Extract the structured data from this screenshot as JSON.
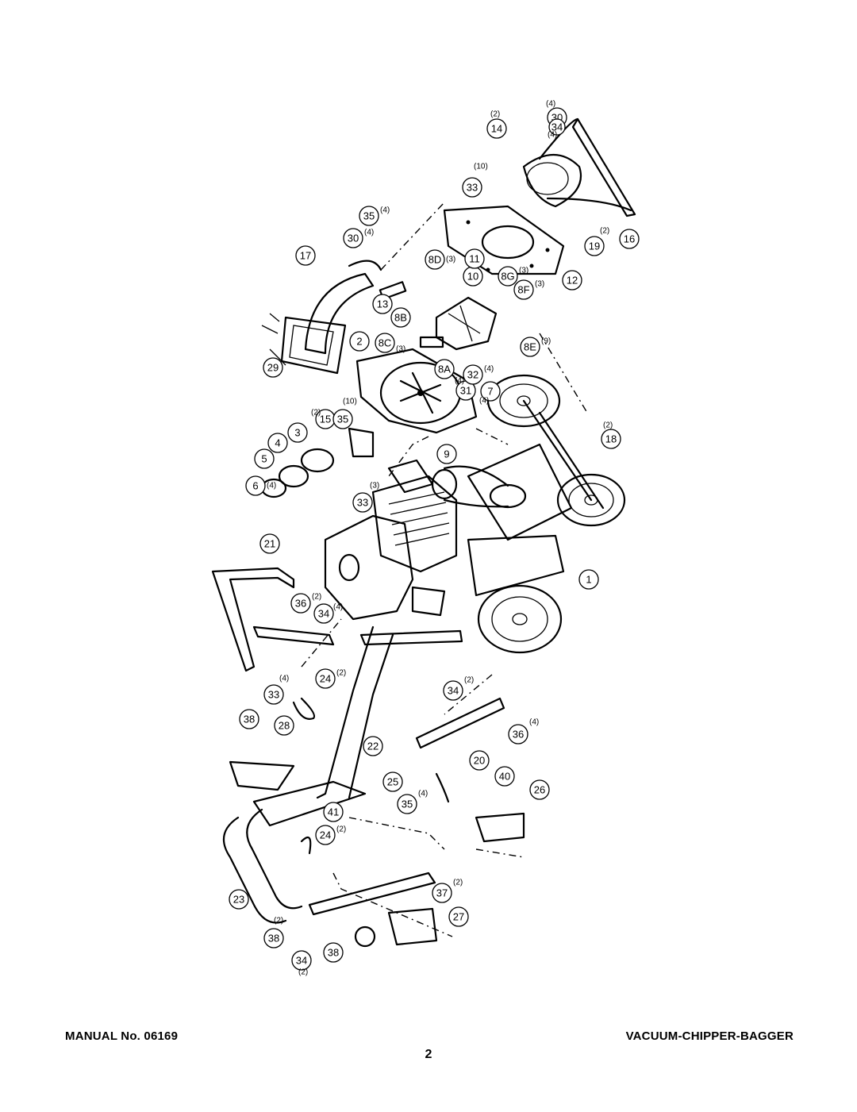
{
  "footer": {
    "manual_number": "MANUAL No. 06169",
    "product_title": "VACUUM-CHIPPER-BAGGER",
    "page_number": "2"
  },
  "callouts": [
    {
      "id": "1",
      "qty": ""
    },
    {
      "id": "2",
      "qty": ""
    },
    {
      "id": "3",
      "qty": ""
    },
    {
      "id": "4",
      "qty": ""
    },
    {
      "id": "5",
      "qty": ""
    },
    {
      "id": "6",
      "qty": "(4)"
    },
    {
      "id": "7",
      "qty": "(4)"
    },
    {
      "id": "8A",
      "qty": ""
    },
    {
      "id": "8B",
      "qty": ""
    },
    {
      "id": "8C",
      "qty": "(3)"
    },
    {
      "id": "8D",
      "qty": "(3)"
    },
    {
      "id": "8E",
      "qty": "(9)"
    },
    {
      "id": "8F",
      "qty": "(3)"
    },
    {
      "id": "8G",
      "qty": "(3)"
    },
    {
      "id": "9",
      "qty": ""
    },
    {
      "id": "10",
      "qty": ""
    },
    {
      "id": "11",
      "qty": ""
    },
    {
      "id": "12",
      "qty": ""
    },
    {
      "id": "13",
      "qty": ""
    },
    {
      "id": "14",
      "qty": "(2)"
    },
    {
      "id": "15",
      "qty": "(2)"
    },
    {
      "id": "16",
      "qty": ""
    },
    {
      "id": "17",
      "qty": ""
    },
    {
      "id": "18",
      "qty": "(2)"
    },
    {
      "id": "19",
      "qty": "(2)"
    },
    {
      "id": "20",
      "qty": ""
    },
    {
      "id": "21",
      "qty": ""
    },
    {
      "id": "22",
      "qty": ""
    },
    {
      "id": "23",
      "qty": ""
    },
    {
      "id": "24",
      "qty": "(2)"
    },
    {
      "id": "24",
      "qty": "(2)"
    },
    {
      "id": "25",
      "qty": ""
    },
    {
      "id": "26",
      "qty": ""
    },
    {
      "id": "27",
      "qty": ""
    },
    {
      "id": "28",
      "qty": ""
    },
    {
      "id": "29",
      "qty": ""
    },
    {
      "id": "30",
      "qty": "(4)"
    },
    {
      "id": "30",
      "qty": "(4)"
    },
    {
      "id": "31",
      "qty": "(4)"
    },
    {
      "id": "32",
      "qty": "(4)"
    },
    {
      "id": "33",
      "qty": "(10)"
    },
    {
      "id": "33",
      "qty": "(3)"
    },
    {
      "id": "33",
      "qty": "(4)"
    },
    {
      "id": "34",
      "qty": "(4)"
    },
    {
      "id": "34",
      "qty": "(4)"
    },
    {
      "id": "34",
      "qty": "(2)"
    },
    {
      "id": "34",
      "qty": "(2)"
    },
    {
      "id": "35",
      "qty": "(4)"
    },
    {
      "id": "35",
      "qty": "(10)"
    },
    {
      "id": "35",
      "qty": "(4)"
    },
    {
      "id": "36",
      "qty": "(2)"
    },
    {
      "id": "36",
      "qty": "(4)"
    },
    {
      "id": "37",
      "qty": "(2)"
    },
    {
      "id": "38",
      "qty": ""
    },
    {
      "id": "38",
      "qty": "(2)"
    },
    {
      "id": "38",
      "qty": ""
    },
    {
      "id": "40",
      "qty": ""
    },
    {
      "id": "41",
      "qty": ""
    }
  ]
}
